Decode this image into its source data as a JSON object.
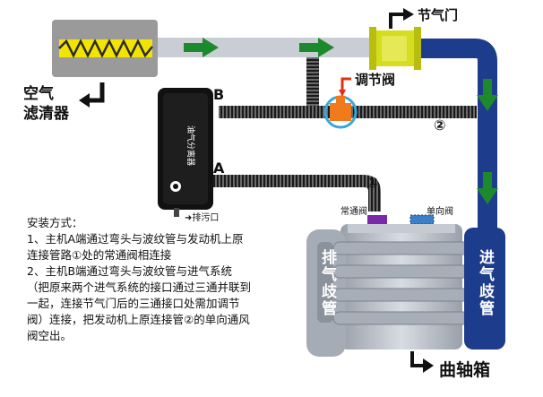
{
  "labels": {
    "air_filter": "空气\n滤清器",
    "throttle": "节气门",
    "regulating_valve": "调节阀",
    "port_b": "B",
    "port_a": "A",
    "marker_1": "①",
    "marker_2": "②",
    "drain_port": "排污口",
    "normally_open_valve": "常通阀",
    "check_valve": "单向阀",
    "exhaust_manifold": "排气歧管",
    "intake_manifold": "进气歧管",
    "crankcase": "曲轴箱",
    "unit_brand_text": "油气分离器"
  },
  "install": {
    "title": "安装方式：",
    "step1": "1、主机A端通过弯头与波纹管与发动机上原连接管路①处的常通阀相连接",
    "step2": "2、主机B端通过弯头与波纹管与进气系统（把原来两个进气系统的接口通过三通并联到一起，连接节气门后的三通接口处需加调节阀）连接，把发动机上原连接管②的单向通风阀空出。"
  },
  "colors": {
    "flow_arrow": "#1c8a2c",
    "intake_pipe": "#1e3c8c",
    "air_pipe": "#c9cdd4",
    "filter_body": "#9a9a9a",
    "filter_zigzag": "#f2e300",
    "throttle_body": "#d6dc1e",
    "valve_orange": "#f07a1c",
    "valve_ring": "#3aa6dc",
    "normally_open_valve": "#7a2aa8",
    "check_valve": "#3a80c8"
  },
  "icons": [
    "arrow-right-icon",
    "arrow-down-icon",
    "return-arrow-icon"
  ]
}
